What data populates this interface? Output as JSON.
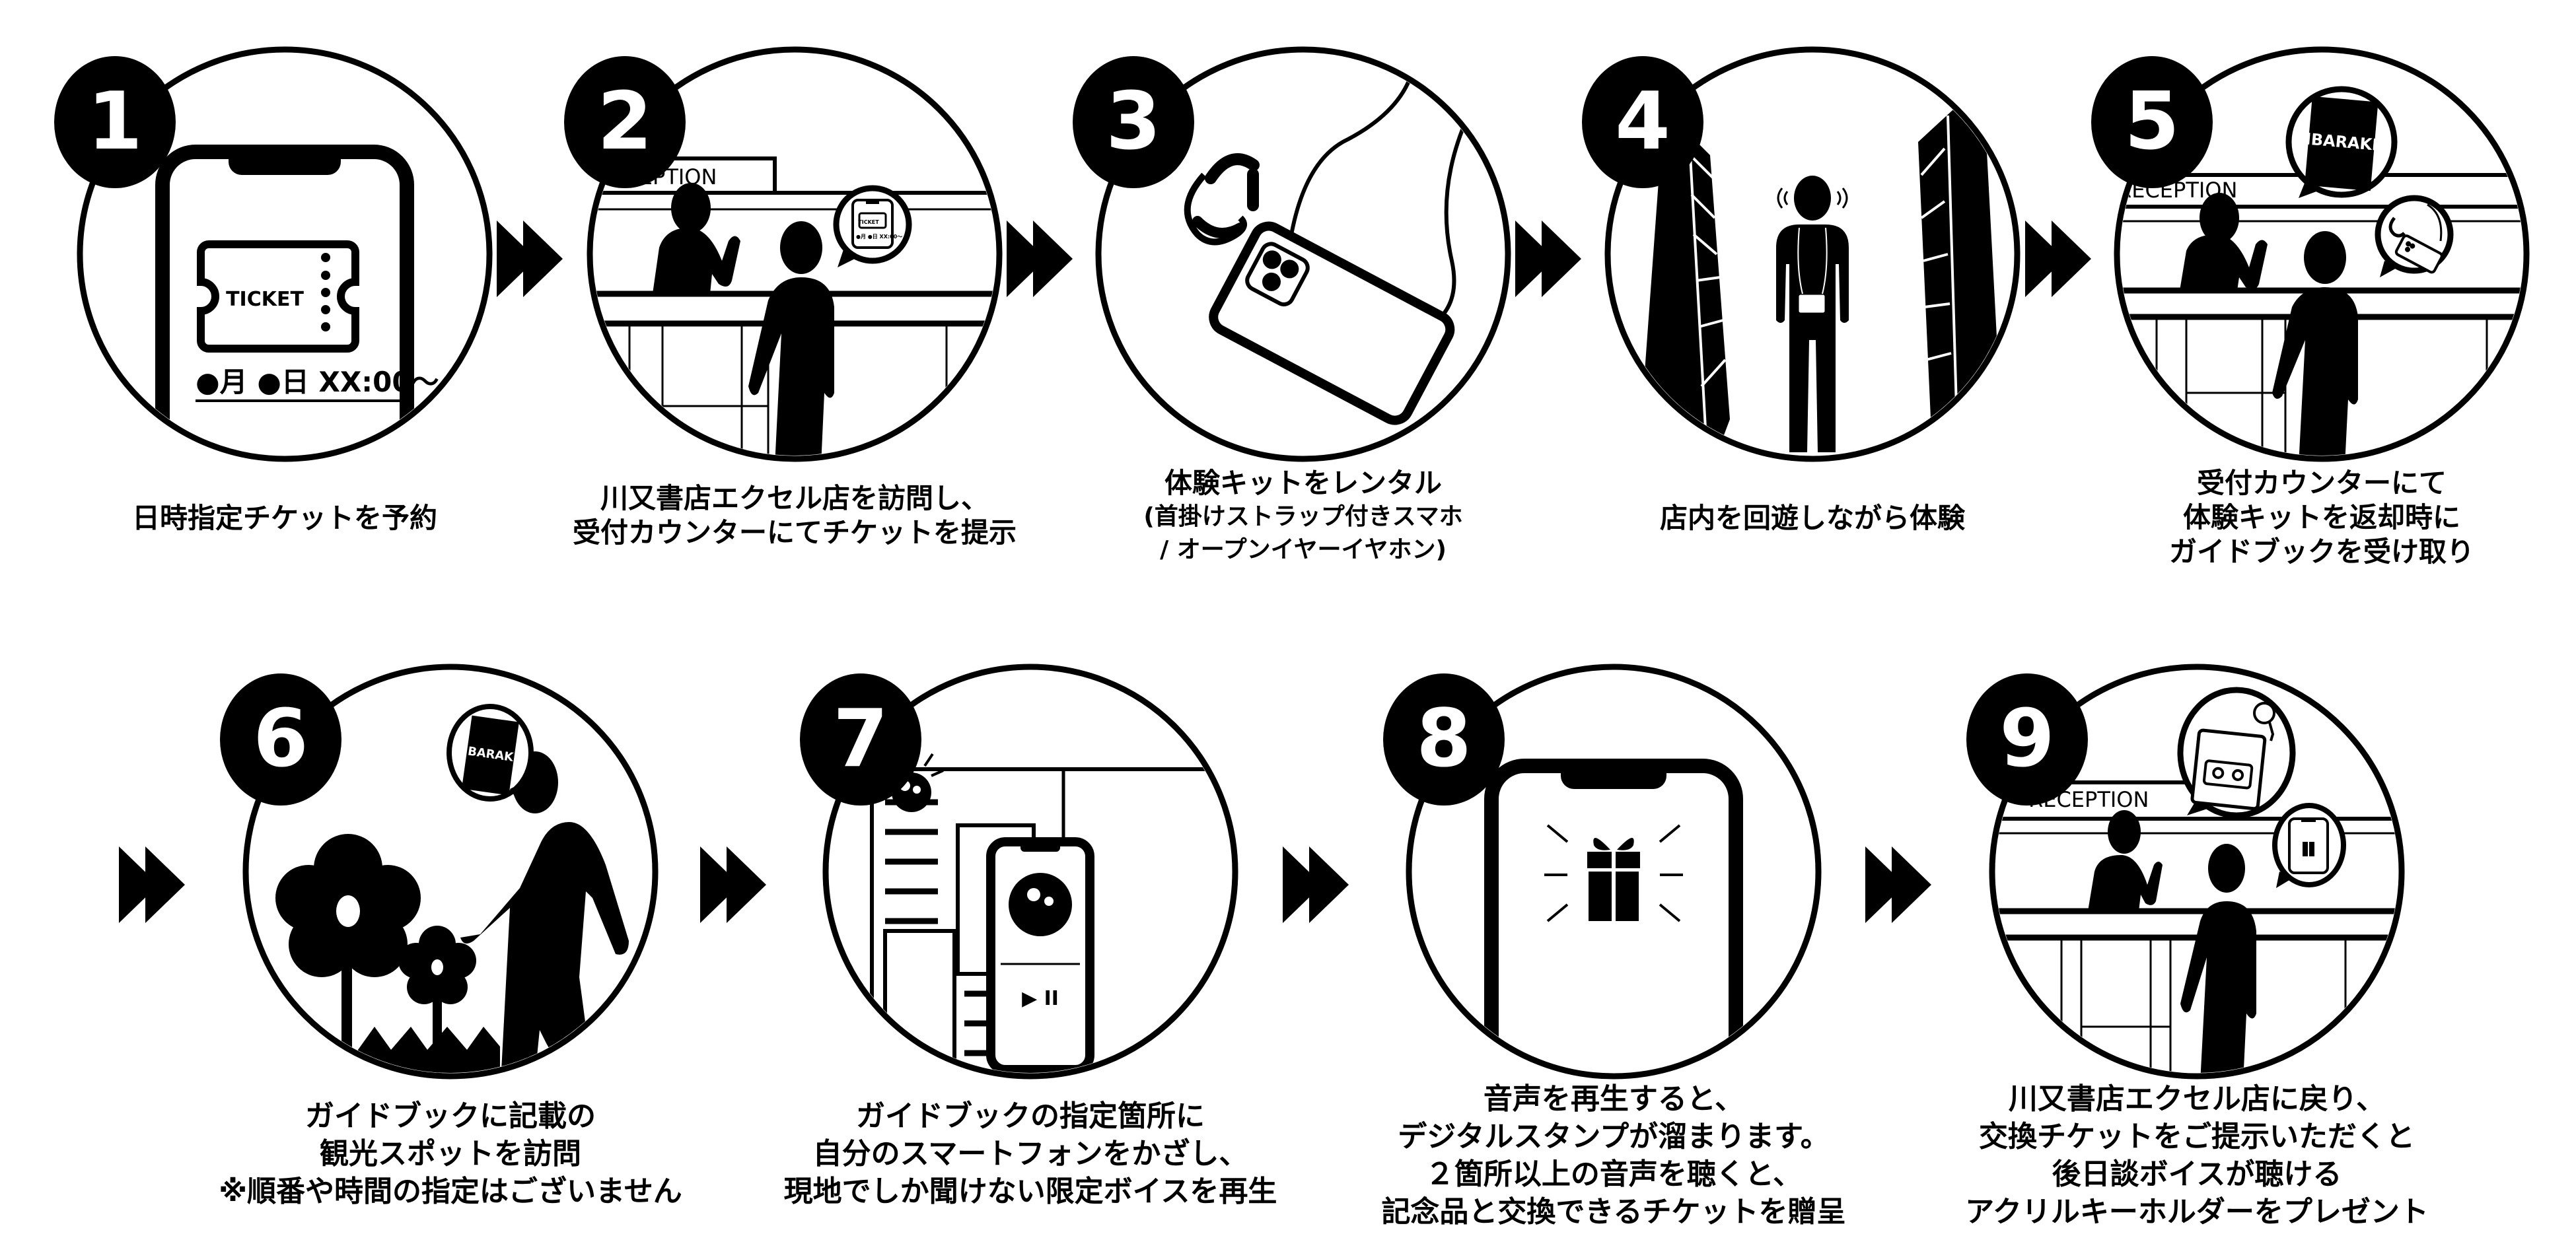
{
  "title": "体験の流れ",
  "colors": {
    "ink": "#000000",
    "paper": "#ffffff"
  },
  "steps": [
    {
      "number": "1",
      "caption": [
        "日時指定チケットを予約"
      ],
      "illustration": "smartphone-ticket",
      "ticket_label": "TICKET",
      "date_text": "●月 ●日  XX:00～"
    },
    {
      "number": "2",
      "caption": [
        "川又書店エクセル店を訪問し、",
        "受付カウンターにてチケットを提示"
      ],
      "illustration": "reception-show-ticket",
      "sign_text": "RECEPTION",
      "bubble": "smartphone-ticket",
      "bubble_ticket_label": "TICKET",
      "bubble_date_text": "●月 ●日 XX:00～"
    },
    {
      "number": "3",
      "caption": [
        "体験キットをレンタル",
        "(首掛けストラップ付きスマホ",
        "/ オープンイヤーイヤホン)"
      ],
      "illustration": "neck-strap-smartphone-and-open-ear-earphone"
    },
    {
      "number": "4",
      "caption": [
        "店内を回遊しながら体験"
      ],
      "illustration": "person-walking-between-bookshelves"
    },
    {
      "number": "5",
      "caption": [
        "受付カウンターにて",
        "体験キットを返却時に",
        "ガイドブックを受け取り"
      ],
      "illustration": "reception-return-kit",
      "sign_text": "RECEPTION",
      "guidebook_label": "IBARAKI"
    },
    {
      "number": "6",
      "caption": [
        "ガイドブックに記載の",
        "観光スポットを訪問",
        "※順番や時間の指定はございません"
      ],
      "illustration": "person-walking-flowers",
      "guidebook_label": "IBARAKI"
    },
    {
      "number": "7",
      "caption": [
        "ガイドブックの指定箇所に",
        "自分のスマートフォンをかざし、",
        "現地でしか聞けない限定ボイスを再生"
      ],
      "illustration": "phone-over-guidebook",
      "player_controls": "▶ II"
    },
    {
      "number": "8",
      "caption": [
        "音声を再生すると、",
        "デジタルスタンプが溜まります。",
        "２箇所以上の音声を聴くと、",
        "記念品と交換できるチケットを贈呈"
      ],
      "illustration": "smartphone-gift"
    },
    {
      "number": "9",
      "caption": [
        "川又書店エクセル店に戻り、",
        "交換チケットをご提示いただくと",
        "後日談ボイスが聴ける",
        "アクリルキーホルダーをプレゼント"
      ],
      "illustration": "reception-receive-keyholder",
      "sign_text": "RECEPTION"
    }
  ],
  "arrow_icon": "double-chevron-right"
}
